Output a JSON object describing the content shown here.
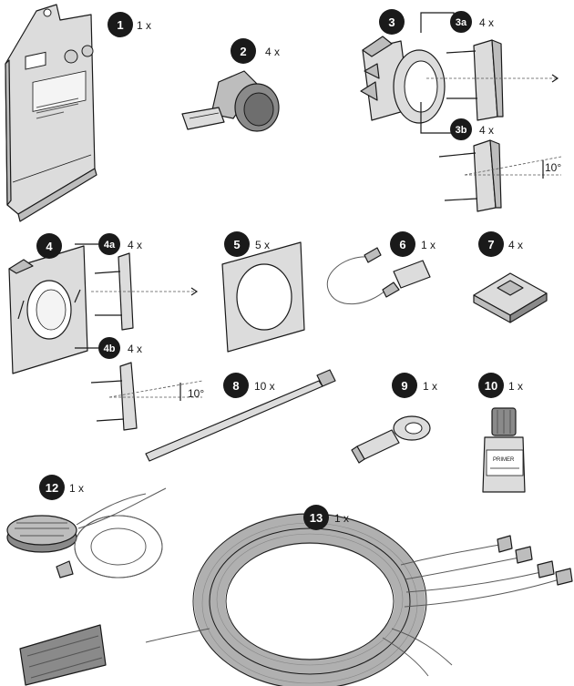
{
  "items": [
    {
      "num": "1",
      "qty": "1 x"
    },
    {
      "num": "2",
      "qty": "4 x"
    },
    {
      "num": "3",
      "qty": ""
    },
    {
      "num": "3a",
      "qty": "4 x"
    },
    {
      "num": "3b",
      "qty": "4 x"
    },
    {
      "num": "4",
      "qty": ""
    },
    {
      "num": "4a",
      "qty": "4 x"
    },
    {
      "num": "4b",
      "qty": "4 x"
    },
    {
      "num": "5",
      "qty": "5 x"
    },
    {
      "num": "6",
      "qty": "1 x"
    },
    {
      "num": "7",
      "qty": "4 x"
    },
    {
      "num": "8",
      "qty": "10 x"
    },
    {
      "num": "9",
      "qty": "1 x"
    },
    {
      "num": "10",
      "qty": "1 x"
    },
    {
      "num": "12",
      "qty": "1 x"
    },
    {
      "num": "13",
      "qty": "1 x"
    }
  ],
  "angles": {
    "angle_3b": "10°",
    "angle_4b": "10°"
  },
  "labels": {
    "primer_label": "PRIMER"
  }
}
